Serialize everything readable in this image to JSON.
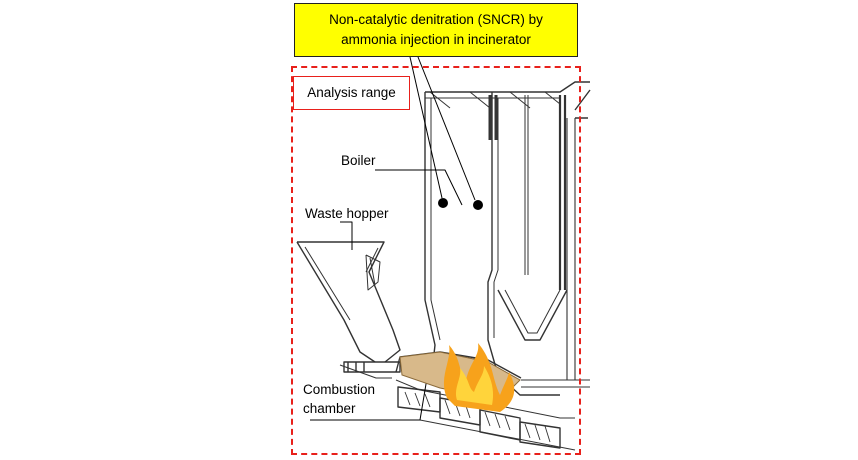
{
  "callout": {
    "line1": "Non-catalytic denitration (SNCR) by",
    "line2": "ammonia injection in incinerator"
  },
  "analysis_range": "Analysis range",
  "labels": {
    "boiler": "Boiler",
    "waste_hopper": "Waste hopper",
    "combustion_line1": "Combustion",
    "combustion_line2": "chamber"
  },
  "colors": {
    "callout_fill": "#ffff00",
    "range_dash": "#e8201b",
    "flame_outer": "#f7a21b",
    "flame_inner": "#ffd43b",
    "drawing_line": "#333333"
  }
}
